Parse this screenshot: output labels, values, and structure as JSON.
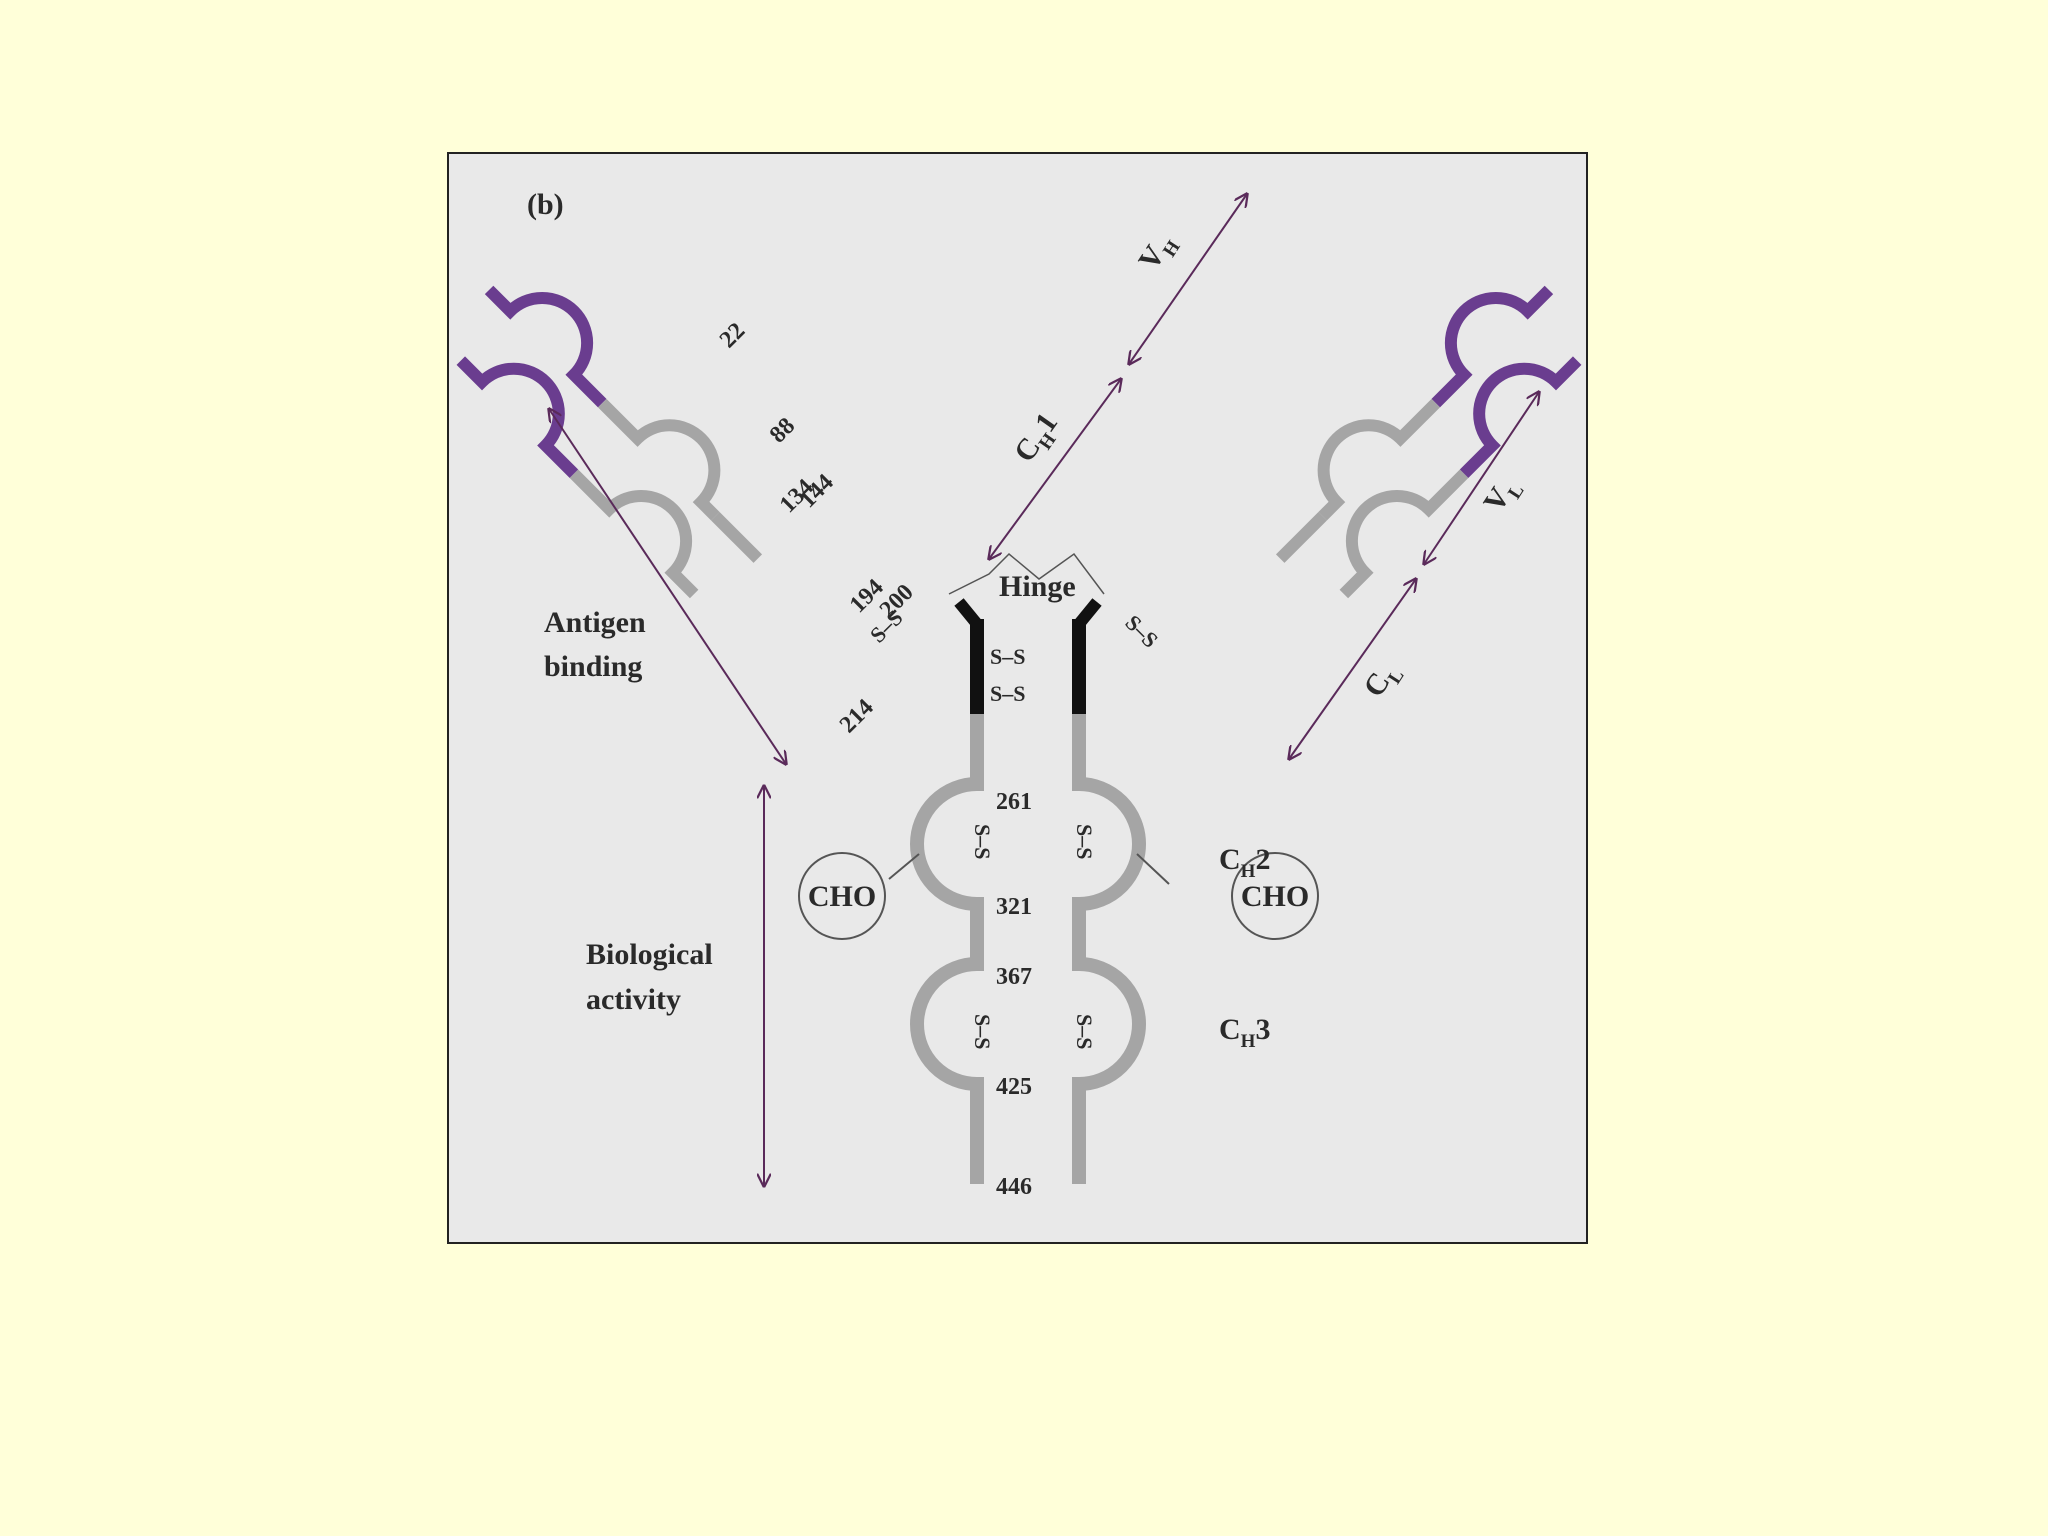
{
  "figure": {
    "panel_label": "(b)",
    "labels": {
      "antigen_binding": [
        "Antigen",
        "binding"
      ],
      "biological_activity": [
        "Biological",
        "activity"
      ],
      "hinge": "Hinge",
      "cho": "CHO",
      "disulfide": "S–S"
    },
    "domains": {
      "vh": {
        "main": "V",
        "sub": "H"
      },
      "ch1": {
        "main": "C",
        "sub": "H",
        "suffix": "1"
      },
      "vl": {
        "main": "V",
        "sub": "L"
      },
      "cl": {
        "main": "C",
        "sub": "L"
      },
      "ch2": {
        "main": "C",
        "sub": "H",
        "suffix": "2"
      },
      "ch3": {
        "main": "C",
        "sub": "H",
        "suffix": "3"
      }
    },
    "residues": [
      "22",
      "88",
      "134",
      "144",
      "194",
      "200",
      "214",
      "261",
      "321",
      "367",
      "425",
      "446"
    ],
    "colors": {
      "variable": "#6a3d8f",
      "constant": "#a5a5a5",
      "hinge": "#111111",
      "arrow": "#5a2a5a",
      "background": "#ffffd9",
      "panel": "#e9e9e9"
    }
  }
}
